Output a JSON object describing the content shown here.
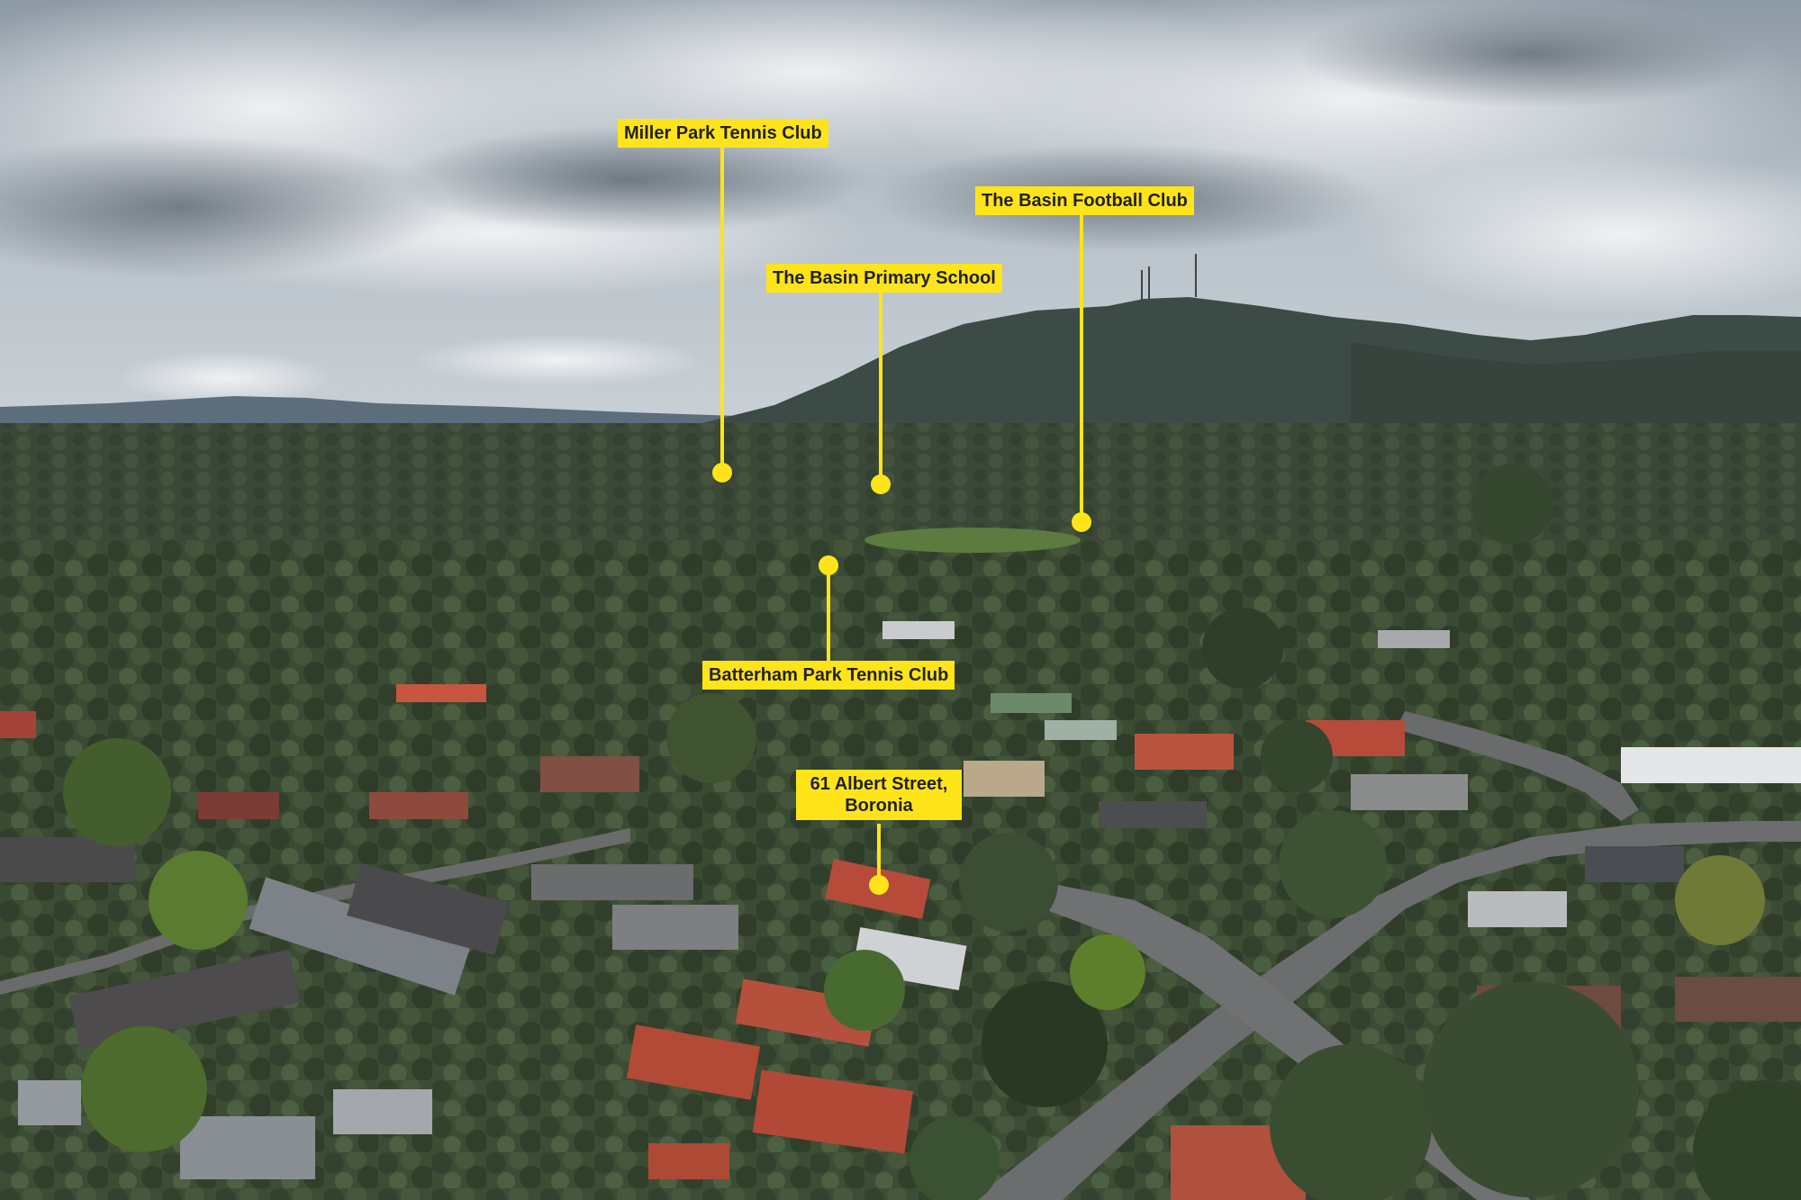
{
  "image": {
    "description_colors": {
      "sky": "#a7b2bd",
      "clouds": "#e9ecef",
      "mountain": "#3c4b45",
      "canopy": "#33452e",
      "roof_red": "#b64b3a",
      "road": "#6c6d6e",
      "callout": "#ffe41a"
    }
  },
  "callouts": {
    "miller": {
      "label": "Miller Park Tennis Club"
    },
    "basin_football": {
      "label": "The Basin Football Club"
    },
    "basin_primary": {
      "label": "The Basin Primary School"
    },
    "batterham": {
      "label": "Batterham Park Tennis Club"
    },
    "albert": {
      "label_line1": "61 Albert Street,",
      "label_line2": "Boronia"
    }
  }
}
